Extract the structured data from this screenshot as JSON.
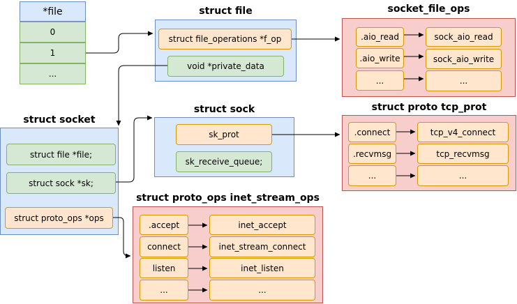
{
  "file_array": {
    "header": "*file",
    "cells": [
      "0",
      "1",
      "..."
    ]
  },
  "struct_file": {
    "title": "struct file",
    "f_op": "struct file_operations *f_op",
    "private_data": "void *private_data"
  },
  "socket_file_ops": {
    "title": "socket_file_ops",
    "rows": [
      {
        "field": ".aio_read",
        "target": "sock_aio_read"
      },
      {
        "field": ".aio_write",
        "target": "sock_aio_write"
      },
      {
        "field": "...",
        "target": "..."
      }
    ]
  },
  "struct_socket": {
    "title": "struct socket",
    "file": "struct file *file;",
    "sk": "struct sock *sk;",
    "ops": "struct proto_ops *ops"
  },
  "struct_sock": {
    "title": "struct sock",
    "sk_prot": "sk_prot",
    "sk_receive_queue": "sk_receive_queue;"
  },
  "tcp_prot": {
    "title": "struct proto tcp_prot",
    "rows": [
      {
        "field": ".connect",
        "target": "tcp_v4_connect"
      },
      {
        "field": ".recvmsg",
        "target": "tcp_recvmsg"
      },
      {
        "field": "...",
        "target": "..."
      }
    ]
  },
  "inet_stream_ops": {
    "title": "struct proto_ops inet_stream_ops",
    "rows": [
      {
        "field": ".accept",
        "target": "inet_accept"
      },
      {
        "field": "connect",
        "target": "inet_stream_connect"
      },
      {
        "field": "listen",
        "target": "inet_listen"
      },
      {
        "field": "...",
        "target": "..."
      }
    ]
  },
  "colors": {
    "blue_fill": "#dae8fc",
    "blue_stroke": "#6c8ebf",
    "red_fill": "#f8cecc",
    "red_stroke": "#b85450",
    "orange_fill": "#ffe6cc",
    "orange_stroke": "#d79b00",
    "green_fill": "#d5e8d4",
    "green_stroke": "#82b366"
  }
}
